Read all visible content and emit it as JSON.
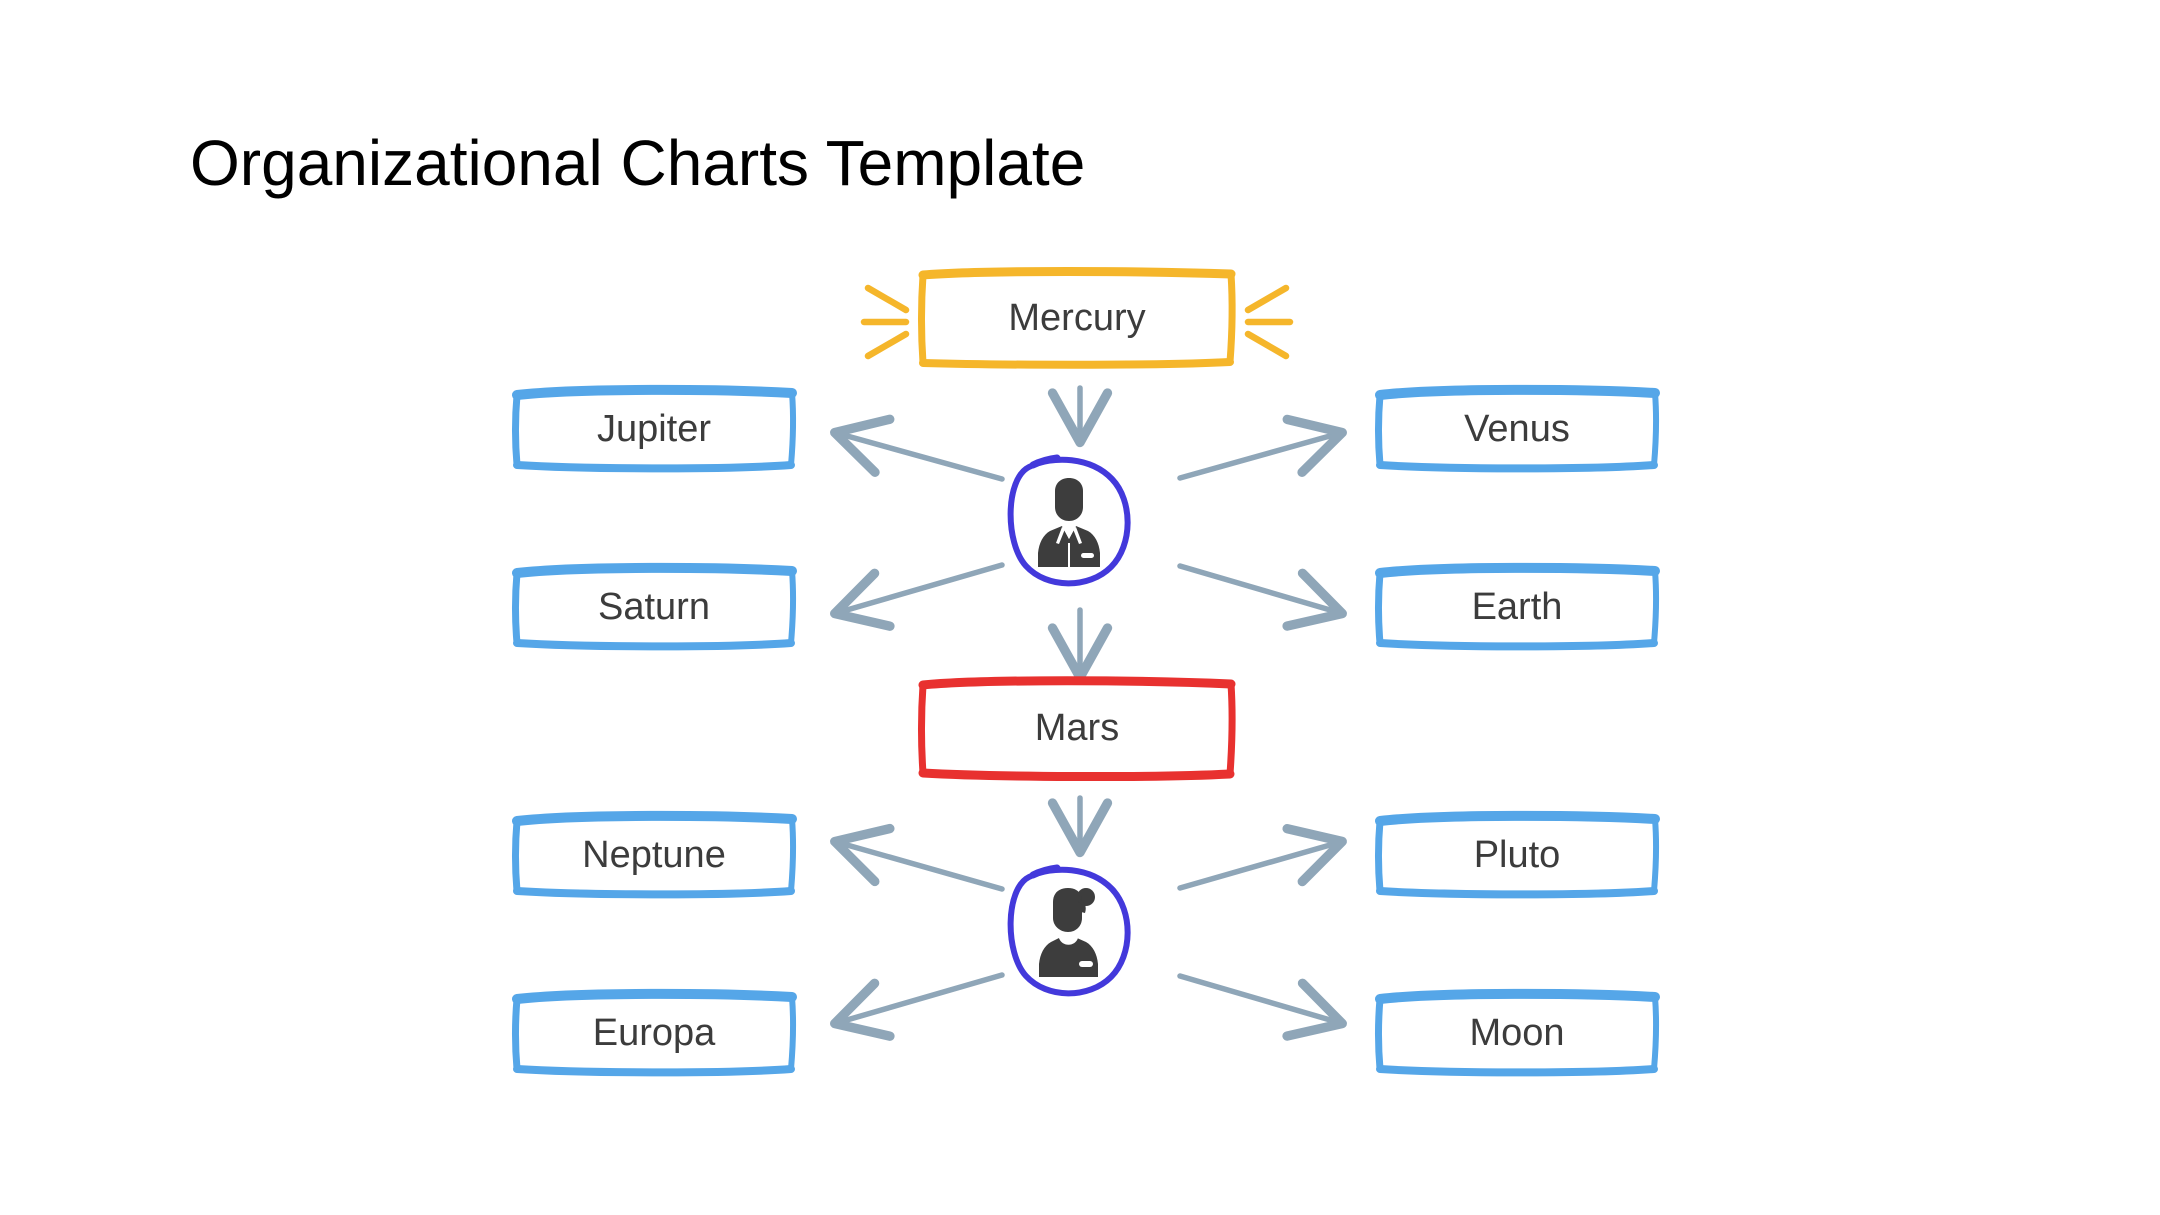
{
  "title": "Organizational Charts Template",
  "colors": {
    "title_text": "#000000",
    "node_text": "#3c3c3c",
    "blue_border": "#55a6e8",
    "amber_border": "#f5b62b",
    "red_border": "#e8312f",
    "avatar_circle": "#4339db",
    "avatar_fill": "#3d3d3d",
    "arrow": "#8fa6b8",
    "background": "#ffffff"
  },
  "diagram": {
    "type": "organizational-chart",
    "root": {
      "label": "Mercury",
      "style": "amber",
      "decoration": "shine-rays"
    },
    "manager_top": {
      "icon": "businessman-avatar-icon",
      "label": ""
    },
    "manager_bottom": {
      "icon": "businesswoman-avatar-icon",
      "label": ""
    },
    "middle": {
      "label": "Mars",
      "style": "red"
    },
    "top_children_left": [
      {
        "label": "Jupiter",
        "style": "blue"
      },
      {
        "label": "Saturn",
        "style": "blue"
      }
    ],
    "top_children_right": [
      {
        "label": "Venus",
        "style": "blue"
      },
      {
        "label": "Earth",
        "style": "blue"
      }
    ],
    "bottom_children_left": [
      {
        "label": "Neptune",
        "style": "blue"
      },
      {
        "label": "Europa",
        "style": "blue"
      }
    ],
    "bottom_children_right": [
      {
        "label": "Pluto",
        "style": "blue"
      },
      {
        "label": "Moon",
        "style": "blue"
      }
    ],
    "connections": [
      {
        "from": "Mercury",
        "to": "manager_top",
        "direction": "down"
      },
      {
        "from": "manager_top",
        "to": "Jupiter",
        "direction": "up-left"
      },
      {
        "from": "manager_top",
        "to": "Saturn",
        "direction": "down-left"
      },
      {
        "from": "manager_top",
        "to": "Venus",
        "direction": "up-right"
      },
      {
        "from": "manager_top",
        "to": "Earth",
        "direction": "down-right"
      },
      {
        "from": "manager_top",
        "to": "Mars",
        "direction": "down"
      },
      {
        "from": "Mars",
        "to": "manager_bottom",
        "direction": "down"
      },
      {
        "from": "manager_bottom",
        "to": "Neptune",
        "direction": "up-left"
      },
      {
        "from": "manager_bottom",
        "to": "Europa",
        "direction": "down-left"
      },
      {
        "from": "manager_bottom",
        "to": "Pluto",
        "direction": "up-right"
      },
      {
        "from": "manager_bottom",
        "to": "Moon",
        "direction": "down-right"
      }
    ]
  }
}
